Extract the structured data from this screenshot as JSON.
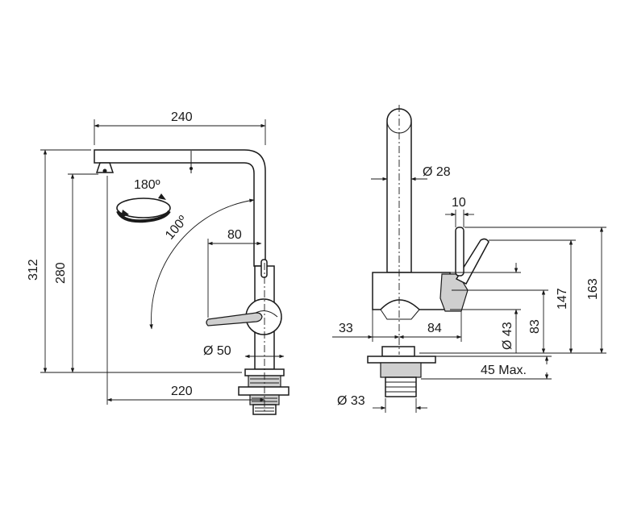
{
  "front_view": {
    "dim_width_top": "240",
    "dim_total_height": "312",
    "dim_spout_height": "280",
    "dim_rotation": "180º",
    "dim_lever_angle": "100º",
    "dim_lever_reach": "80",
    "dim_base_diameter": "Ø 50",
    "dim_reach": "220"
  },
  "side_view": {
    "dim_tube_diameter": "Ø 28",
    "dim_lever_width": "10",
    "dim_total_height": "163",
    "dim_lever_height": "147",
    "dim_body_height": "83",
    "dim_body_diameter": "Ø 43",
    "dim_left_offset": "33",
    "dim_right_offset": "84",
    "dim_max_thickness": "45 Max.",
    "dim_shank_diameter": "Ø 33"
  }
}
